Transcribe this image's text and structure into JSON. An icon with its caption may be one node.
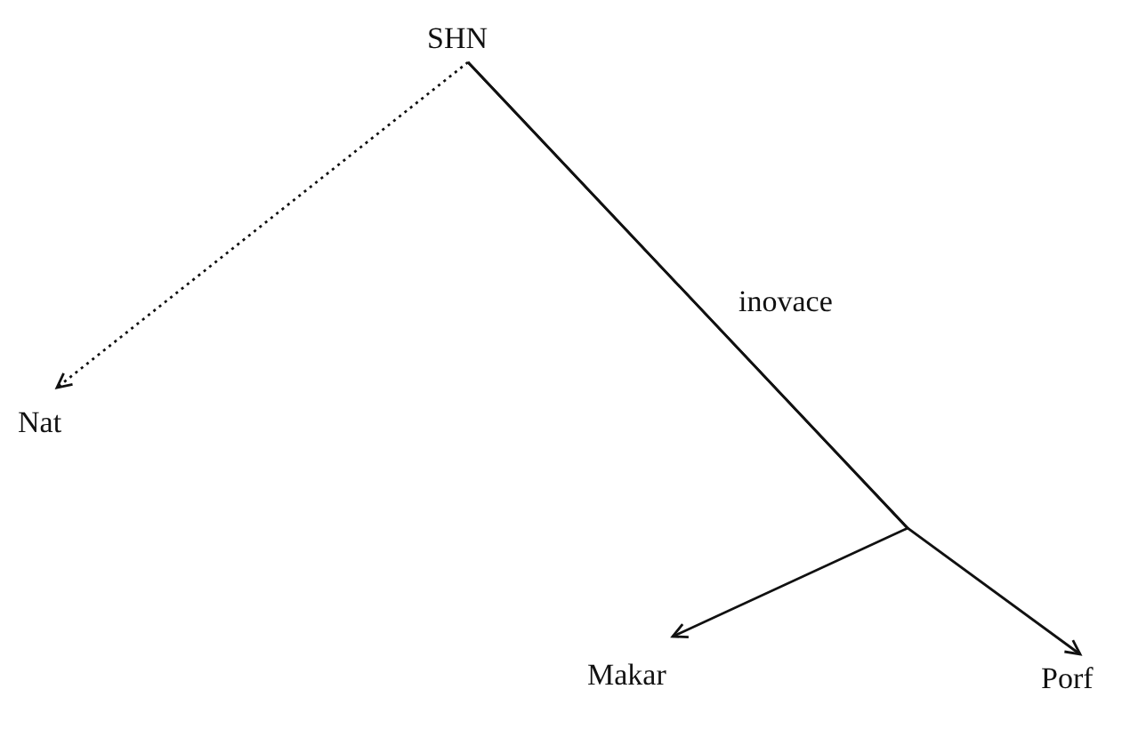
{
  "diagram": {
    "nodes": [
      {
        "text": [
          "SHN"
        ]
      },
      {
        "text": [
          "Nat"
        ]
      },
      {
        "text": [
          "Makar"
        ]
      },
      {
        "text": [
          "Porf"
        ]
      }
    ],
    "edges": [
      {
        "from": 0,
        "to": 1,
        "arrow": "to",
        "style": "dashed"
      },
      {
        "from": 0,
        "to": 2,
        "arrow": "to",
        "label": "inovace"
      },
      {
        "from": 0,
        "to": 3,
        "arrow": "to"
      }
    ]
  }
}
